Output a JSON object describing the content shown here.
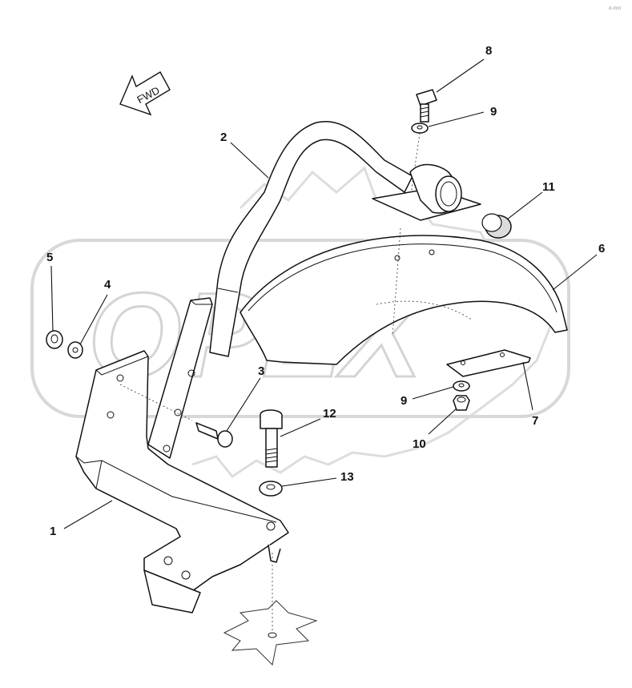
{
  "watermark": "OPEX",
  "direction_label": "FWD",
  "corner_mark": "d-mm",
  "callouts": [
    "1",
    "2",
    "3",
    "4",
    "5",
    "6",
    "7",
    "8",
    "9",
    "9",
    "10",
    "11",
    "12",
    "13"
  ]
}
